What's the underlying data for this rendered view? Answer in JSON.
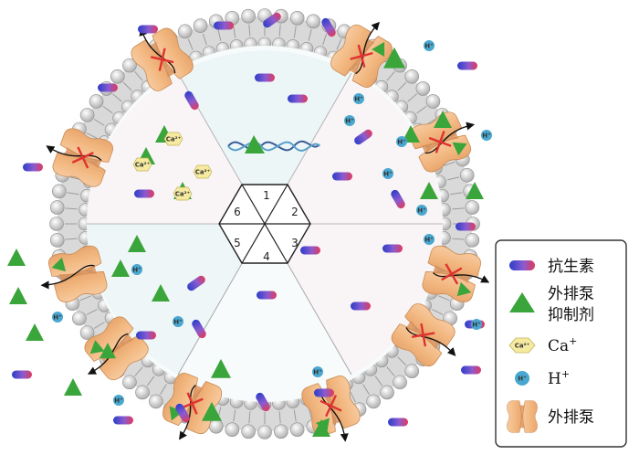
{
  "diagram": {
    "segments": [
      "1",
      "2",
      "3",
      "4",
      "5",
      "6"
    ]
  },
  "legend": {
    "antibiotic": "抗生素",
    "inhibitor_line1": "外排泵",
    "inhibitor_line2": "抑制剂",
    "calcium": "Ca",
    "calcium_sup": "+",
    "proton": "H",
    "proton_sup": "+",
    "pump": "外排泵"
  },
  "chips": {
    "calcium_ion": "Ca²⁺",
    "proton_ion": "H⁺"
  },
  "colors": {
    "pump": "#f3c08b",
    "inhibitor": "#3aa53a",
    "antibiotic_left": "#2c3ec8",
    "antibiotic_right": "#d62a5b",
    "calcium": "#f5eaa0",
    "proton": "#4aa7cf",
    "membrane": "#c8c8c8"
  }
}
